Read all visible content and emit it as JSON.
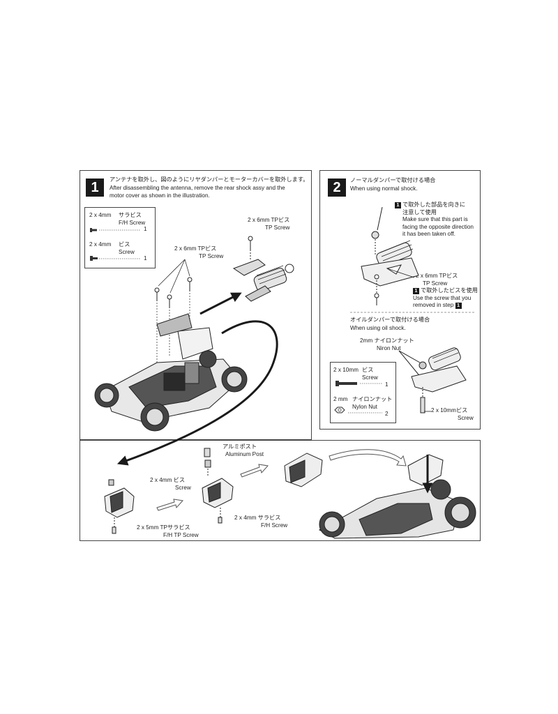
{
  "step1": {
    "number": "1",
    "jp": "アンテナを取外し、図のようにリヤダンパーとモーターカバーを取外します。",
    "en1": "After disassembling the antenna, remove the rear shock assy and the",
    "en2": "motor cover as shown in the illustration.",
    "parts": {
      "p1_size": "2 x 4mm",
      "p1_jp": "サラビス",
      "p1_en": "F/H Screw",
      "p1_qty": "1",
      "p2_size": "2 x 4mm",
      "p2_jp": "ビス",
      "p2_en": "Screw",
      "p2_qty": "1"
    },
    "callout_a_l1": "2 x 6mm TPビス",
    "callout_a_l2": "TP Screw",
    "callout_b_l1": "2 x 6mm TPビス",
    "callout_b_l2": "TP Screw"
  },
  "step2": {
    "number": "2",
    "jp": "ノーマルダンパーで取付ける場合",
    "en": "When using normal shock.",
    "note_num": "1",
    "note_jp1": "で取外した部品を向きに",
    "note_jp2": "注意して使用",
    "note_en1": "Make sure that this part is",
    "note_en2": "facing the opposite direction",
    "note_en3": "it has been taken off.",
    "screw_l1": "2 x 6mm TPビス",
    "screw_l2": "TP Screw",
    "reuse_num": "1",
    "reuse_jp": "で取外したビスを使用",
    "reuse_en1": "Use the screw that you",
    "reuse_en2": "removed in step",
    "reuse_step": "1",
    "oil_jp": "オイルダンパーで取付ける場合",
    "oil_en": "When using oil shock.",
    "nut_l1": "2mm ナイロンナット",
    "nut_l2": "Niron Nut",
    "parts": {
      "p1_size": "2 x 10mm",
      "p1_jp": "ビス",
      "p1_en": "Screw",
      "p1_qty": "1",
      "p2_size": "2 mm",
      "p2_jp": "ナイロンナット",
      "p2_en": "Nylon Nut",
      "p2_qty": "2"
    },
    "screw10_l1": "2 x 10mmビス",
    "screw10_l2": "Screw"
  },
  "step3": {
    "post_l1": "アルミポスト",
    "post_l2": "Aluminum Post",
    "screw_l1": "2 x 4mm ビス",
    "screw_l2": "Screw",
    "fh_l1": "2 x 4mm サラビス",
    "fh_l2": "F/H Screw",
    "fhtp_l1": "2 x 5mm TPサラビス",
    "fhtp_l2": "F/H TP Screw"
  },
  "colors": {
    "border": "#444444",
    "fill_dark": "#1a1a1a"
  }
}
